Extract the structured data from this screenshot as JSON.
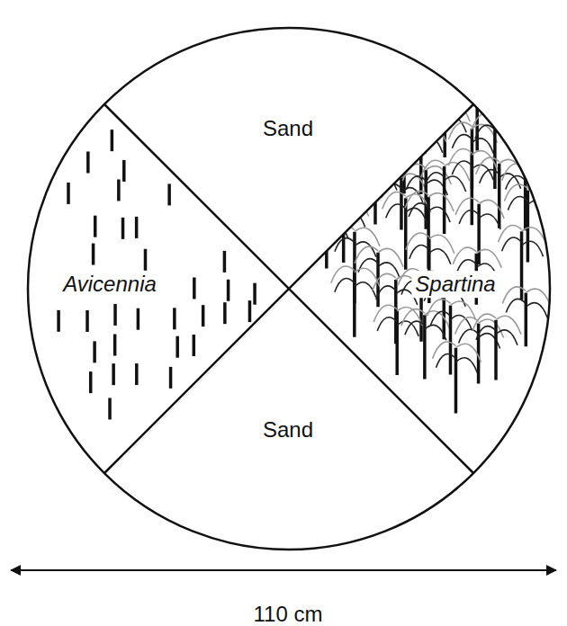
{
  "diagram": {
    "labels": [
      "Sand",
      "Avicennia",
      "Spartina",
      "Sand",
      "110 cm"
    ]
  }
}
